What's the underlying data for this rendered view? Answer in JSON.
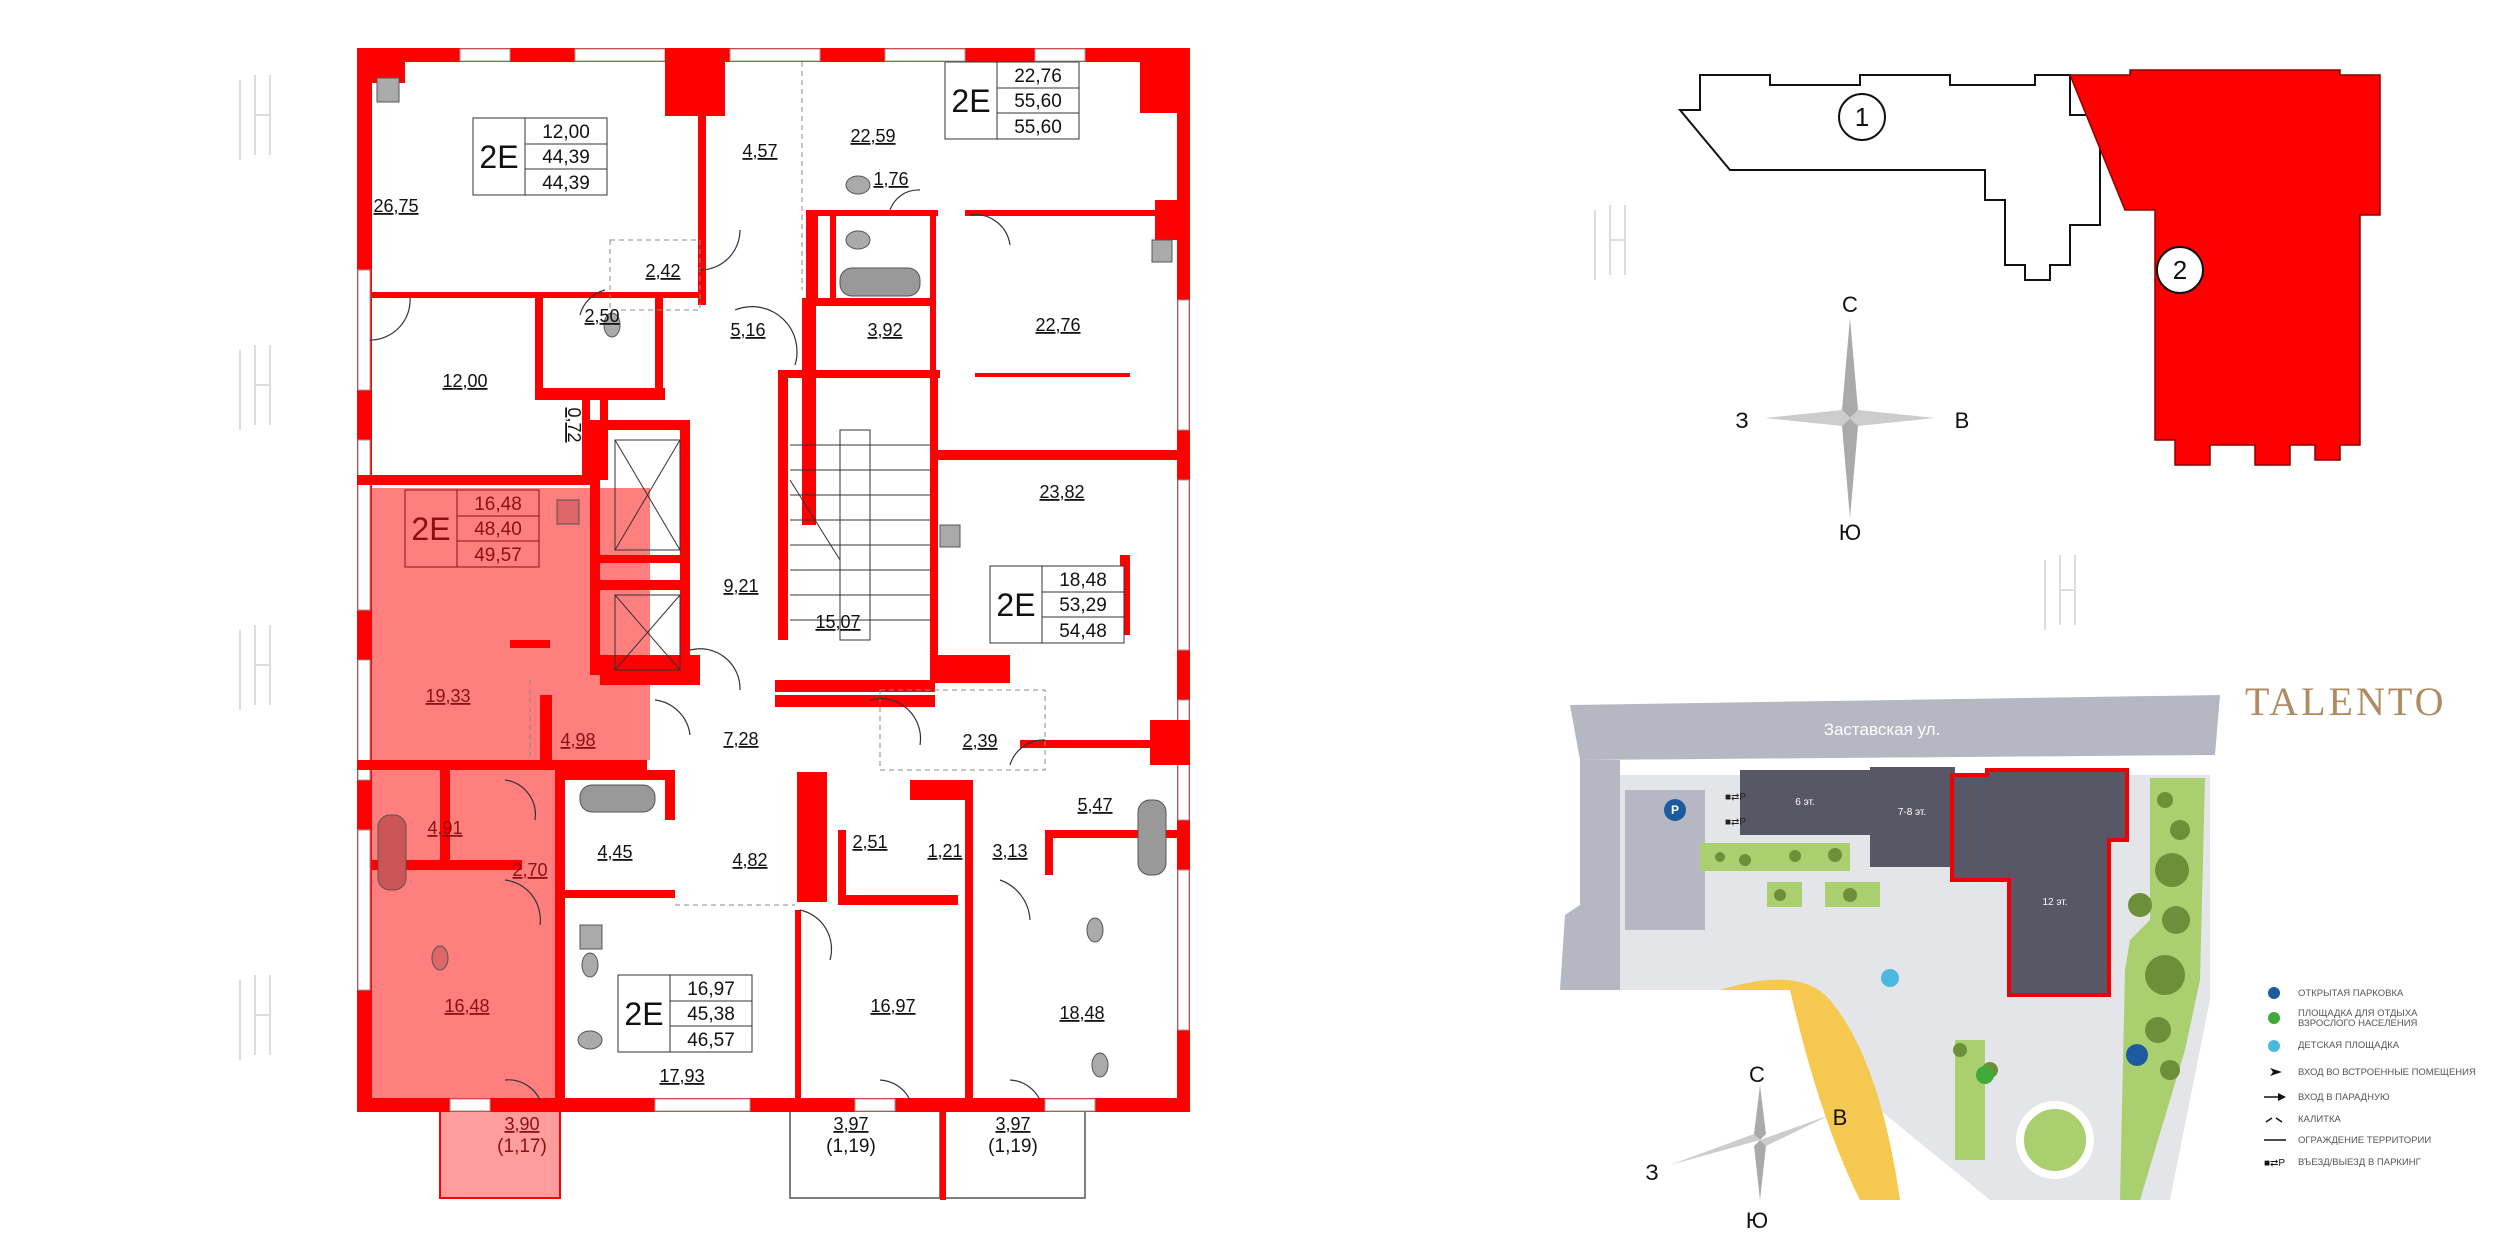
{
  "floor_plan": {
    "apartments": [
      {
        "type": "2E",
        "values": [
          "12,00",
          "44,39",
          "44,39"
        ],
        "selected": false
      },
      {
        "type": "2E",
        "values": [
          "22,76",
          "55,60",
          "55,60"
        ],
        "selected": false
      },
      {
        "type": "2E",
        "values": [
          "16,48",
          "48,40",
          "49,57"
        ],
        "selected": true
      },
      {
        "type": "2E",
        "values": [
          "18,48",
          "53,29",
          "54,48"
        ],
        "selected": false
      },
      {
        "type": "2E",
        "values": [
          "16,97",
          "45,38",
          "46,57"
        ],
        "selected": false
      }
    ],
    "rooms": [
      "26,75",
      "4,57",
      "22,59",
      "1,76",
      "2,42",
      "2,50",
      "5,16",
      "3,92",
      "22,76",
      "12,00",
      "0,72",
      "23,82",
      "9,21",
      "15,07",
      "19,33",
      "4,98",
      "7,28",
      "2,39",
      "4,91",
      "2,70",
      "4,45",
      "4,82",
      "2,51",
      "1,21",
      "3,13",
      "5,47",
      "16,48",
      "17,93",
      "16,97",
      "18,48"
    ],
    "balconies": [
      {
        "area": "3,90",
        "reduced": "(1,17)",
        "selected": true
      },
      {
        "area": "3,97",
        "reduced": "(1,19)",
        "selected": false
      },
      {
        "area": "3,97",
        "reduced": "(1,19)",
        "selected": false
      }
    ],
    "colors": {
      "wall": "#ff0000",
      "selected_fill": "#ff7f7f"
    }
  },
  "key_plan": {
    "building_1": "1",
    "building_2": "2",
    "selected_building": "2"
  },
  "compass": {
    "north": "С",
    "west": "З",
    "east": "В",
    "south": "Ю"
  },
  "brand": {
    "logo": "TALENTO"
  },
  "site_plan": {
    "street": "Заставская ул.",
    "buildings": [
      "6 эт.",
      "7-8 эт.",
      "12 эт."
    ],
    "parking_entry": "P"
  },
  "legend": [
    {
      "icon": "parking-icon",
      "label": "ОТКРЫТАЯ ПАРКОВКА"
    },
    {
      "icon": "adult-rest-area-icon",
      "label": "ПЛОЩАДКА ДЛЯ ОТДЫХА",
      "label2": "ВЗРОСЛОГО НАСЕЛЕНИЯ"
    },
    {
      "icon": "playground-icon",
      "label": "ДЕТСКАЯ ПЛОЩАДКА"
    },
    {
      "icon": "arrowhead-icon",
      "label": "ВХОД ВО ВСТРОЕННЫЕ ПОМЕЩЕНИЯ"
    },
    {
      "icon": "arrow-right-icon",
      "label": "ВХОД В ПАРАДНУЮ"
    },
    {
      "icon": "gate-icon",
      "label": "КАЛИТКА"
    },
    {
      "icon": "fence-line-icon",
      "label": "ОГРАЖДЕНИЕ ТЕРРИТОРИИ"
    },
    {
      "icon": "parking-entry-icon",
      "label": "ВЪЕЗД/ВЫЕЗД В ПАРКИНГ"
    }
  ]
}
